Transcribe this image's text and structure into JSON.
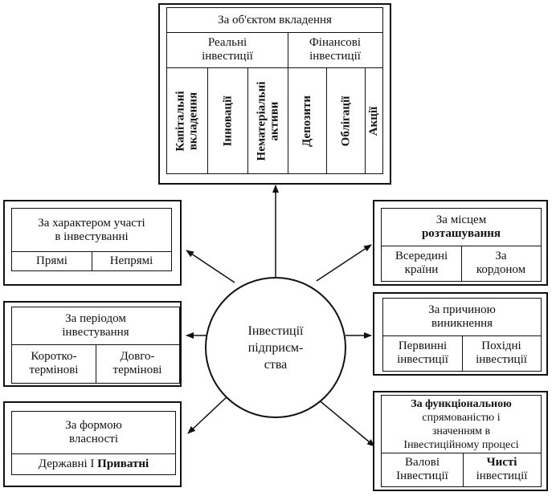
{
  "center": {
    "line1": "Інвестиції",
    "line2": "підприєм-",
    "line3": "ства"
  },
  "object": {
    "title": "За об'єктом вкладення",
    "real": {
      "label_l1": "Реальні",
      "label_l2": "інвестиції",
      "items": [
        "Капітальні\nвкладення",
        "Інновації",
        "Нематеріальні\nактиви"
      ]
    },
    "financial": {
      "label_l1": "Фінансові",
      "label_l2": "інвестиції",
      "items": [
        "Депозити",
        "Облігації",
        "Акції"
      ]
    }
  },
  "participation": {
    "title_l1": "За характером участі",
    "title_l2": "в інвестуванні",
    "items": [
      "Прямі",
      "Непрямі"
    ]
  },
  "period": {
    "title_l1": "За періодом",
    "title_l2": "інвестування",
    "items": [
      {
        "l1": "Коротко-",
        "l2": "термінові"
      },
      {
        "l1": "Довго-",
        "l2": "термінові"
      }
    ]
  },
  "ownership": {
    "title_l1": "За формою",
    "title_l2": "власності",
    "items": [
      "Державні І",
      "Приватні"
    ]
  },
  "location": {
    "title_l1": "За місцем",
    "title_l2": "розташування",
    "items": [
      {
        "l1": "Всередині",
        "l2": "країни"
      },
      {
        "l1": "За",
        "l2": "кордоном"
      }
    ]
  },
  "cause": {
    "title_l1": "За причиною",
    "title_l2": "виникнення",
    "items": [
      {
        "l1": "Первинні",
        "l2": "інвестиції"
      },
      {
        "l1": "Похідні",
        "l2": "інвестиції"
      }
    ]
  },
  "function": {
    "title_l1": "За функціональною",
    "title_l2": "спрямованістю і",
    "title_l3": "значенням в",
    "title_l4": "Інвестиційному процесі",
    "items": [
      {
        "l1": "Валові",
        "l2": "Інвестиції"
      },
      {
        "l1": "Чистi",
        "l2": "інвестиції"
      }
    ]
  }
}
